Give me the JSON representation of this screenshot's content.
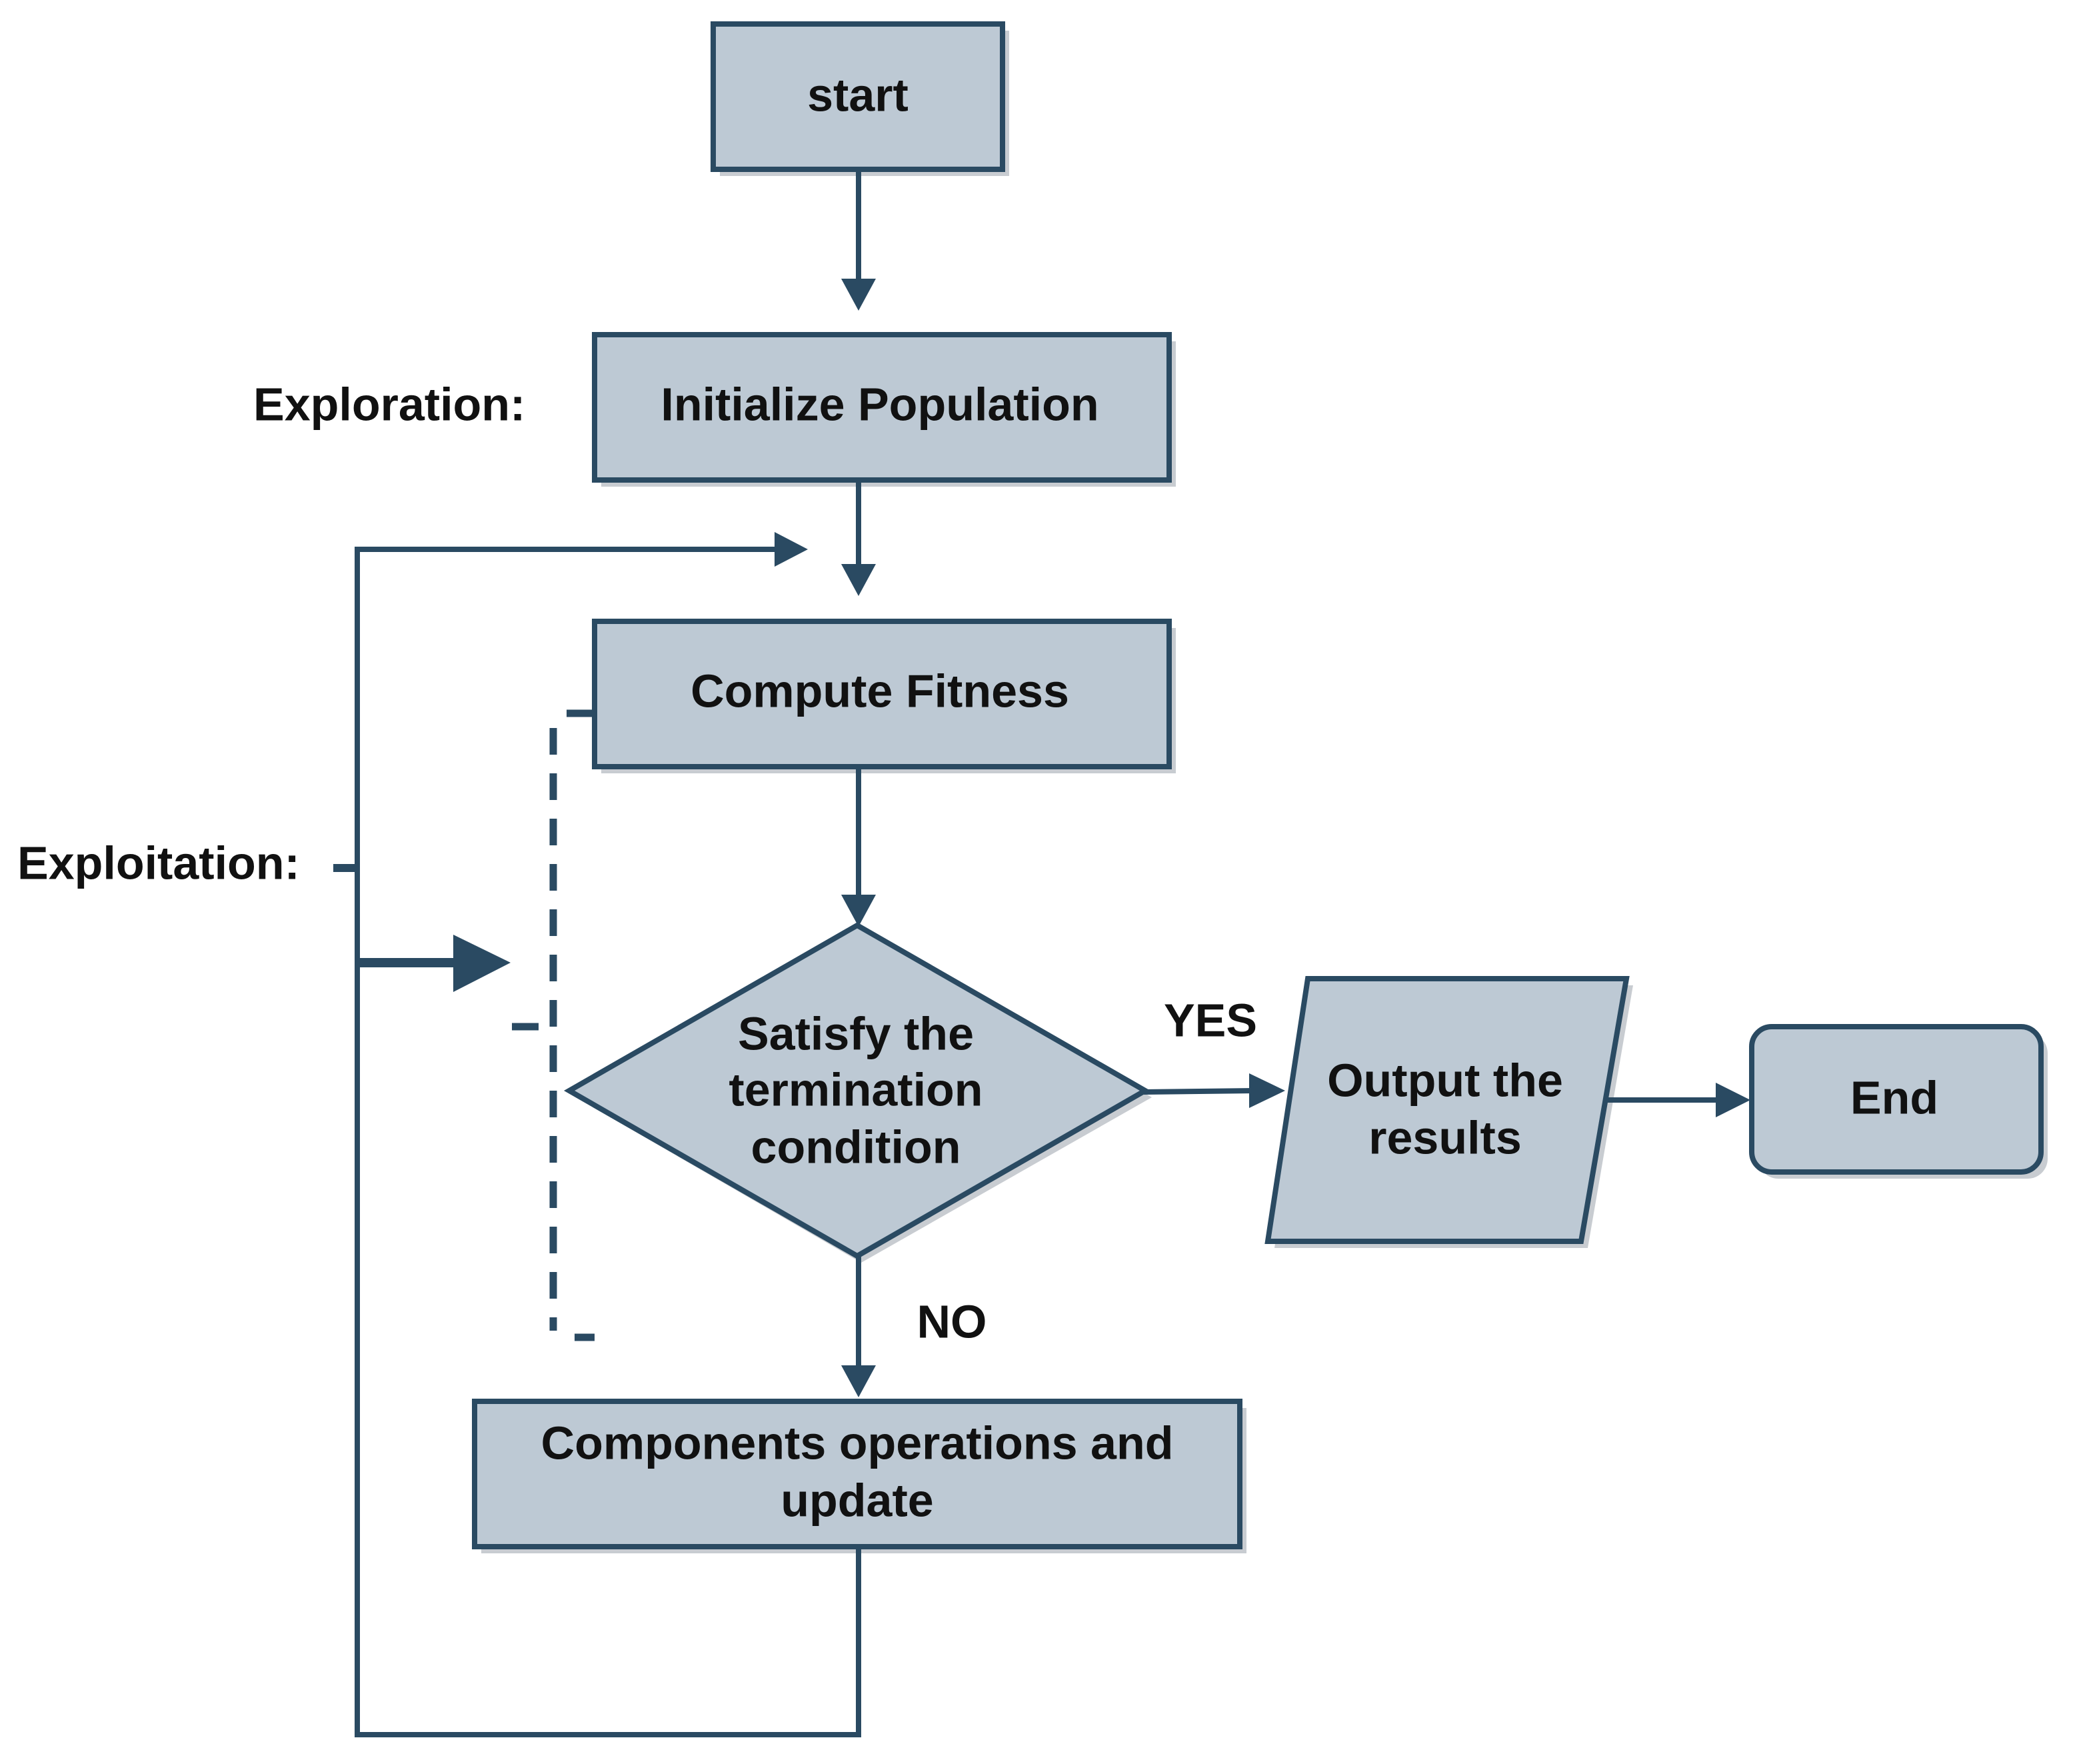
{
  "nodes": {
    "start": "start",
    "initialize": "Initialize Population",
    "fitness": "Compute Fitness",
    "decision": [
      "Satisfy the",
      "termination",
      "condition"
    ],
    "output": [
      "Output the",
      "results"
    ],
    "end": "End",
    "update": [
      "Components operations and",
      "update"
    ]
  },
  "edge_labels": {
    "yes": "YES",
    "no": "NO"
  },
  "annotations": {
    "exploration": "Exploration:",
    "exploitation": "Exploitation:"
  },
  "colors": {
    "node_fill": "#bdc9d4",
    "stroke": "#2a4a62"
  }
}
